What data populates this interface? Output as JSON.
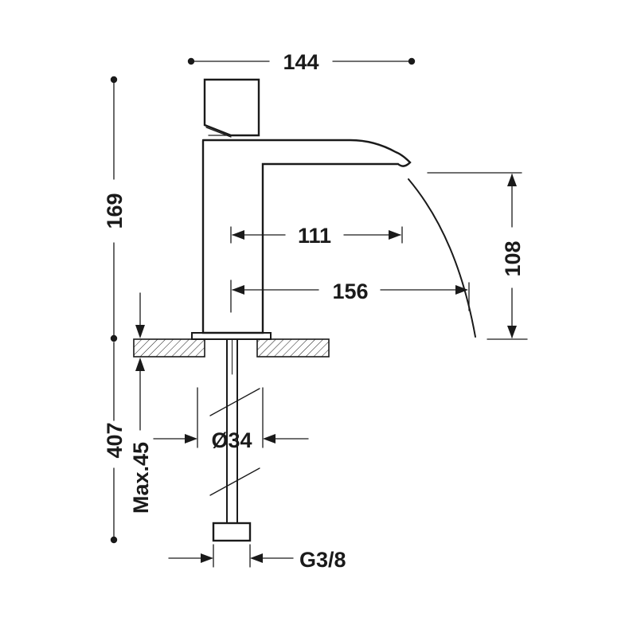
{
  "dimensions": {
    "overall_width": "144",
    "overall_height": "169",
    "spout_reach": "111",
    "stream_reach": "156",
    "stream_height": "108",
    "below_deck_length": "407",
    "max_deck_thickness": "Max.45",
    "body_diameter": "Ø34",
    "connection_thread": "G3/8"
  }
}
